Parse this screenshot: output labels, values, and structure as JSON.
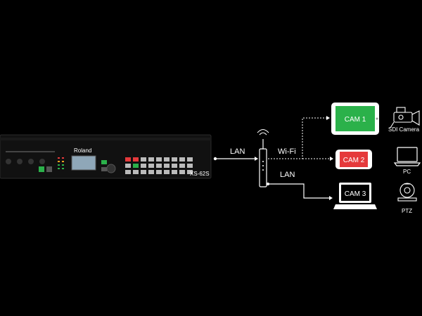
{
  "device": {
    "brand": "Roland",
    "model": "XS-62S"
  },
  "connections": {
    "lan_left": "LAN",
    "wifi": "Wi-Fi",
    "lan_right": "LAN"
  },
  "cameras": [
    {
      "label": "CAM 1",
      "color": "#2bb14a",
      "device": "tablet",
      "source": "SDI Camera"
    },
    {
      "label": "CAM 2",
      "color": "#e5393b",
      "device": "phone",
      "source": "PC"
    },
    {
      "label": "CAM 3",
      "color": "#000000",
      "device": "laptop",
      "source": "PTZ"
    }
  ]
}
